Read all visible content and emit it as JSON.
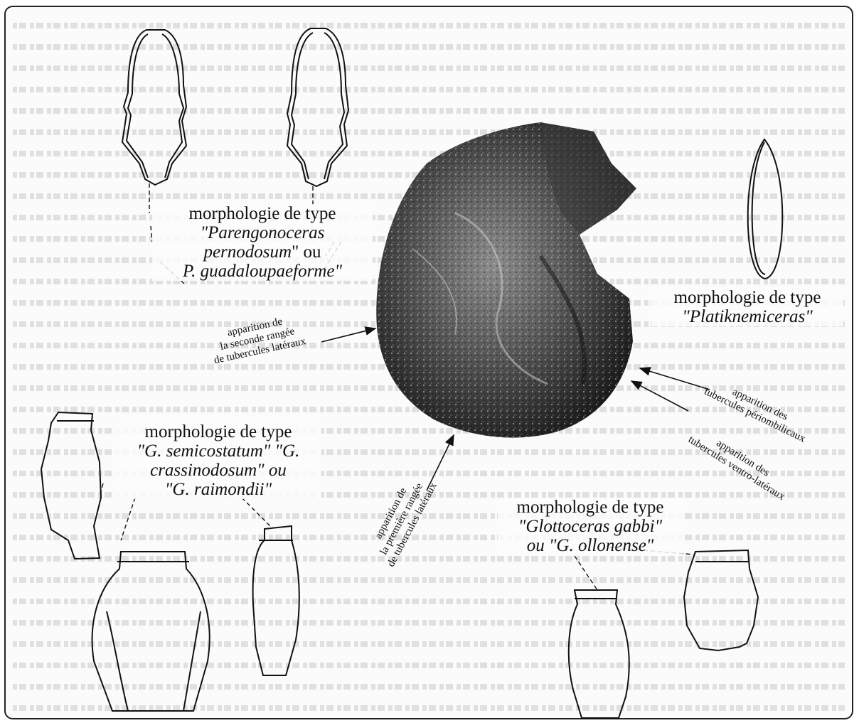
{
  "morph_parengonoceras": {
    "line1": "morphologie de type",
    "line2": "\"Parengonoceras",
    "line3a": "pernodosum",
    "line3b": "\" ou",
    "line4": "P. guadaloupaeforme\""
  },
  "morph_platiknemiceras": {
    "line1": "morphologie de type",
    "line2": "\"Platiknemiceras\""
  },
  "morph_gsemicostatum": {
    "line1": "morphologie de type",
    "line2": "\"G. semicostatum\" \"G.",
    "line3": "crassinodosum\" ou",
    "line4": "\"G. raimondii\""
  },
  "morph_glottoceras": {
    "line1": "morphologie de type",
    "line2": "\"Glottoceras gabbi\"",
    "line3": "ou \"G. ollonense\""
  },
  "arrow_labels": {
    "second_row": [
      "apparition de",
      "la seconde rangée",
      "de tubercules latéraux"
    ],
    "first_row": [
      "apparition de",
      "la première rangée",
      "de tubercules latéraux"
    ],
    "periombilicaux": [
      "apparition des",
      "tubercules périombilicaux"
    ],
    "ventrolateraux": [
      "apparition des",
      "tubercules ventro-latéraux"
    ]
  }
}
